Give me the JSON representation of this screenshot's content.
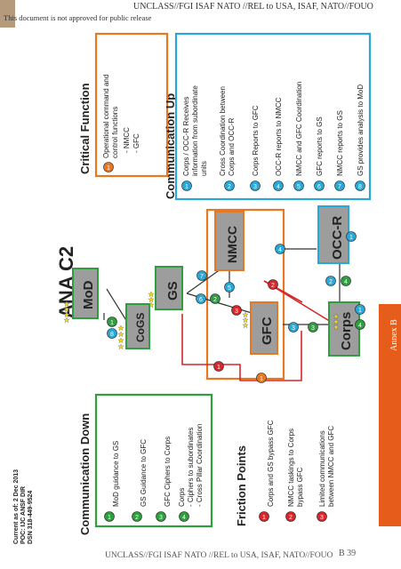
{
  "header": {
    "classification": "UNCLASS//FGI ISAF NATO //REL to USA, ISAF, NATO//FOUO",
    "release_note": "This document is not approved for public release"
  },
  "footer": {
    "classification": "UNCLASS//FGI ISAF NATO //REL to USA, ISAF, NATO//FOUO",
    "page_label": "B 39"
  },
  "annex_tab": "Annex B",
  "meta": {
    "current_as_of": "Current as of: 2 Dec 2013",
    "poc": "POC: IJC ANSF DIR",
    "dsn": "DSN 318-449-9524"
  },
  "title": "ANA C2",
  "nodes": {
    "mod": "MoD",
    "gs": "GS",
    "cogs": "CoGS",
    "nmcc": "NMCC",
    "gfc": "GFC",
    "occ_r": "OCC-R",
    "corps": "Corps"
  },
  "communication_down": {
    "heading": "Communication Down",
    "items": [
      {
        "num": "1",
        "text": "MoD guidance to GS"
      },
      {
        "num": "2",
        "text": "GS Guidance to GFC"
      },
      {
        "num": "3",
        "text": "GFC Ciphers to Corps"
      },
      {
        "num": "4",
        "text": "Corps",
        "sub": [
          "- Ciphers to subordinates",
          "- Cross Pillar Coordination"
        ]
      }
    ]
  },
  "friction_points": {
    "heading": "Friction Points",
    "items": [
      {
        "num": "1",
        "text": "Corps and GS bypass GFC"
      },
      {
        "num": "2",
        "text": "NMCC taskings to Corps",
        "line2": "bypass GFC"
      },
      {
        "num": "3",
        "text": "Limited communications",
        "line2": "between NMCC and GFC"
      }
    ]
  },
  "critical_function": {
    "heading": "Critical Function",
    "items": [
      {
        "num": "1",
        "text": "Operational command and",
        "line2": "control functions",
        "sub": [
          "-   NMCC",
          "-   GFC"
        ]
      }
    ]
  },
  "communication_up": {
    "heading": "Communication Up",
    "items": [
      {
        "num": "1",
        "text": "Corps / OCC-R Receives",
        "line2": "information from subordinate",
        "line3": "units"
      },
      {
        "num": "2",
        "text": "Cross Coordination between",
        "line2": "Corps and OCC-R"
      },
      {
        "num": "3",
        "text": "Corps Reports to GFC"
      },
      {
        "num": "4",
        "text": "OCC-R reports to NMCC"
      },
      {
        "num": "5",
        "text": "NMCC and GFC Coordination"
      },
      {
        "num": "6",
        "text": "GFC reports to GS"
      },
      {
        "num": "7",
        "text": "NMCC reports to GS"
      },
      {
        "num": "8",
        "text": "GS provides analysis to MoD"
      }
    ]
  },
  "colors": {
    "green": "#2e9e3f",
    "red": "#d7262c",
    "orange": "#e87722",
    "blue": "#29a8d8",
    "box_grey": "#9d9d9d",
    "tab_orange": "#e65c1a",
    "tan": "#b59a7b"
  }
}
